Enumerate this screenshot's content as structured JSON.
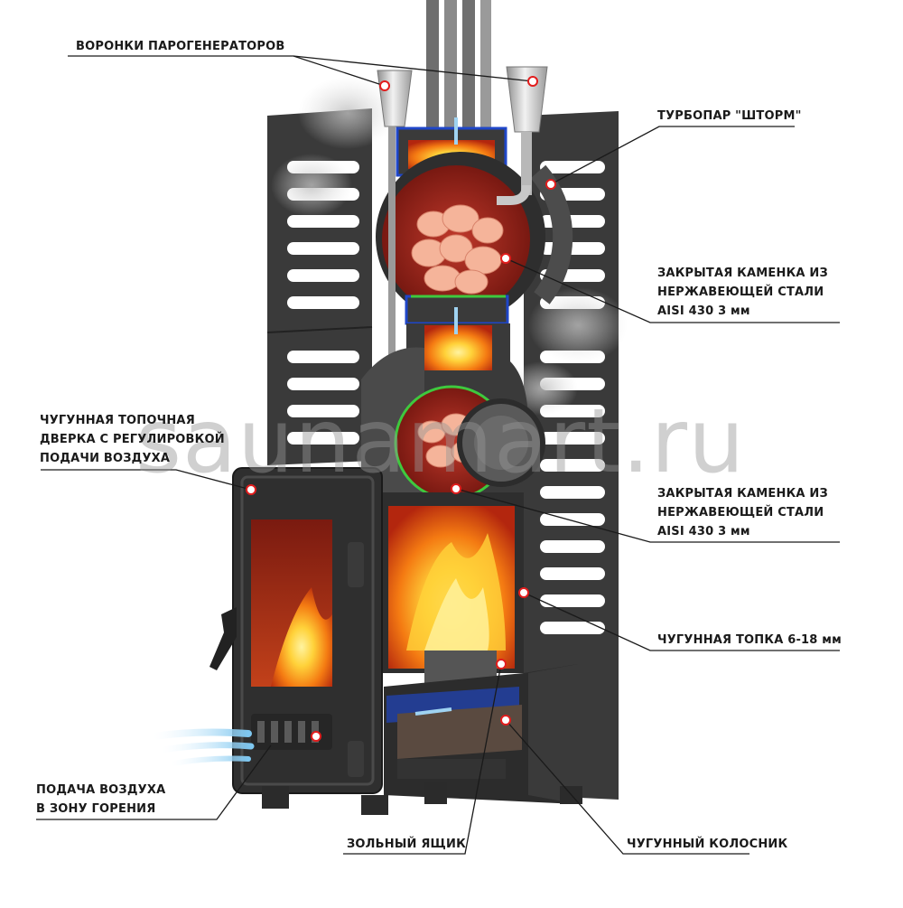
{
  "labels": {
    "steam_funnels": "ВОРОНКИ ПАРОГЕНЕРАТОРОВ",
    "turbo_steam": "ТУРБОПАР \"ШТОРМ\"",
    "closed_heater_top": [
      "ЗАКРЫТАЯ КАМЕНКА ИЗ",
      "НЕРЖАВЕЮЩЕЙ СТАЛИ",
      "AISI 430   3 мм"
    ],
    "cast_iron_door": [
      "ЧУГУННАЯ ТОПОЧНАЯ",
      "ДВЕРКА С  РЕГУЛИРОВКОЙ",
      "ПОДАЧИ ВОЗДУХА"
    ],
    "closed_heater_bottom": [
      "ЗАКРЫТАЯ КАМЕНКА ИЗ",
      "НЕРЖАВЕЮЩЕЙ СТАЛИ",
      "AISI 430   3 мм"
    ],
    "cast_iron_firebox": "ЧУГУННАЯ ТОПКА 6-18 мм",
    "air_supply": [
      "ПОДАЧА ВОЗДУХА",
      "В ЗОНУ ГОРЕНИЯ"
    ],
    "ash_box": "ЗОЛЬНЫЙ ЯЩИК",
    "cast_iron_grate": "ЧУГУННЫЙ КОЛОСНИК"
  },
  "watermark": "saunamart.ru",
  "colors": {
    "steel": "#2e2e2e",
    "steel_light": "#545454",
    "fire_orange": "#f47a12",
    "fire_yellow": "#ffd23a",
    "chamber_red": "#8e1a12",
    "stone_pink": "#f5b49a",
    "marker_red": "#e21d1d",
    "air_blue": "#9fd3f2",
    "leader_line": "#1a1a1a"
  }
}
